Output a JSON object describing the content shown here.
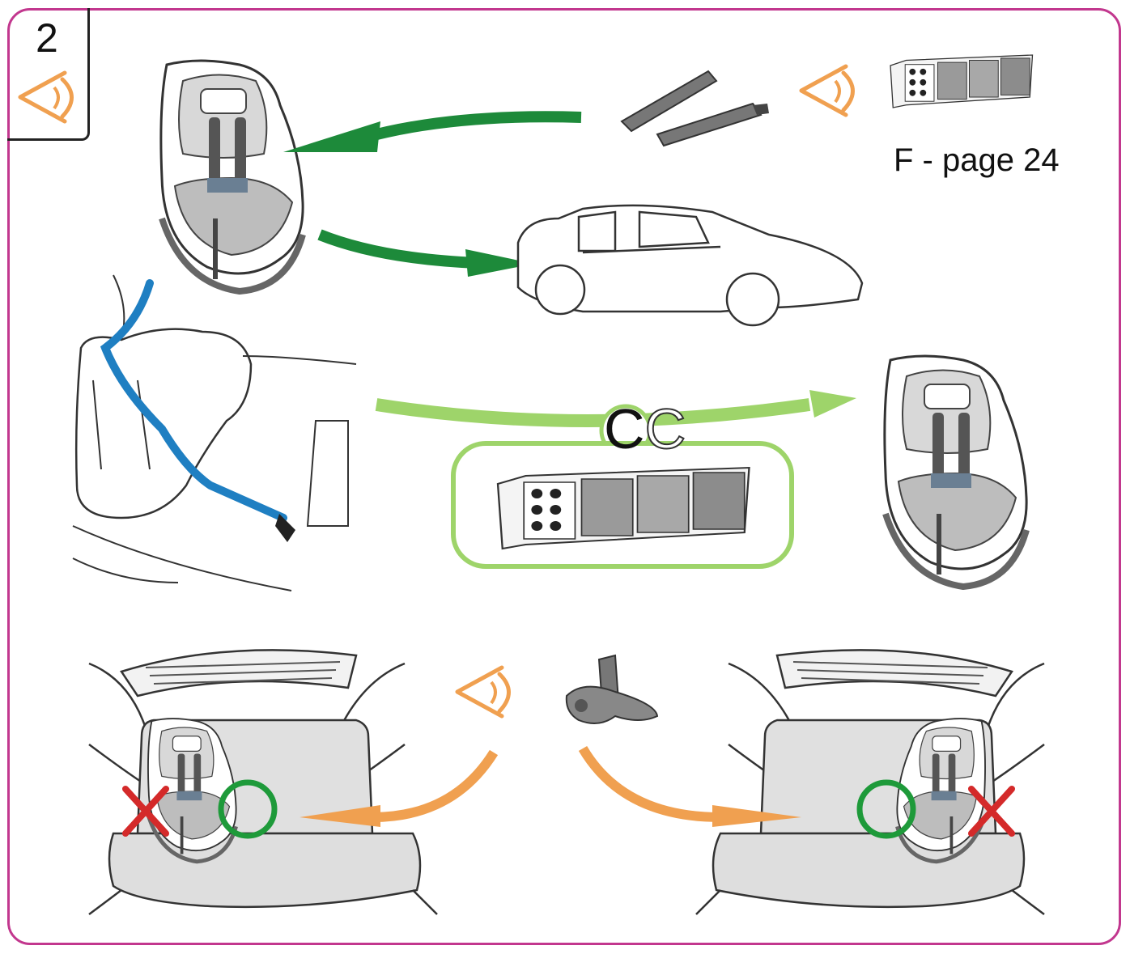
{
  "step": {
    "number": "2"
  },
  "reference": {
    "text": "F - page 24"
  },
  "marks": {
    "logo": "CC"
  },
  "icons": {
    "eye": "eye-icon",
    "manual": "manual-booklet-icon",
    "wrong": "cross-mark-icon",
    "correct": "circle-mark-icon"
  },
  "colors": {
    "frame": "#c2378e",
    "arrow_dark_green": "#1d8a3a",
    "arrow_light_green": "#9ed46a",
    "arrow_orange": "#f0a050",
    "belt_blue": "#1f7fc2",
    "cross_red": "#d42a2a",
    "circle_green": "#1e9a3a",
    "eye_orange": "#f0a050"
  }
}
